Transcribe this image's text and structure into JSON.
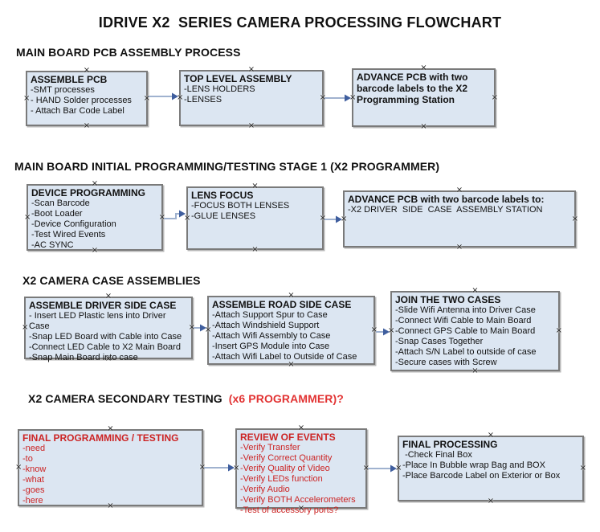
{
  "title": "IDRIVE X2  SERIES CAMERA PROCESSING FLOWCHART",
  "icons": {
    "connection_marker": "×"
  },
  "colors": {
    "box_fill": "#dce6f2",
    "box_border": "#7a7a7a",
    "text": "#111111",
    "red_text": "#cc2424",
    "heading_red": "#e23333",
    "arrow_line": "#a0b2cf",
    "arrow_head": "#3f5e9e"
  },
  "sections": [
    {
      "heading": "MAIN BOARD PCB ASSEMBLY PROCESS",
      "boxes": [
        {
          "title": "ASSEMBLE PCB",
          "lines": [
            "-SMT processes",
            "- HAND Solder processes",
            "- Attach Bar Code Label"
          ]
        },
        {
          "title": "TOP LEVEL ASSEMBLY",
          "lines": [
            "-LENS HOLDERS",
            "-LENSES"
          ]
        },
        {
          "title": "ADVANCE PCB with two barcode labels to the X2 Programming Station",
          "lines": []
        }
      ]
    },
    {
      "heading": "MAIN BOARD INITIAL PROGRAMMING/TESTING STAGE 1 (X2 PROGRAMMER)",
      "boxes": [
        {
          "title": "DEVICE PROGRAMMING",
          "lines": [
            "-Scan Barcode",
            "-Boot Loader",
            "-Device Configuration",
            "-Test Wired Events",
            "-AC SYNC"
          ]
        },
        {
          "title": "LENS FOCUS",
          "lines": [
            "-FOCUS BOTH LENSES",
            "-GLUE LENSES"
          ]
        },
        {
          "title": "ADVANCE PCB with two barcode labels to:",
          "lines": [
            "-X2 DRIVER  SIDE  CASE  ASSEMBLY STATION"
          ]
        }
      ]
    },
    {
      "heading": "X2 CAMERA CASE ASSEMBLIES",
      "boxes": [
        {
          "title": "ASSEMBLE DRIVER SIDE CASE",
          "lines": [
            "- Insert LED Plastic lens into Driver Case",
            "-Snap LED Board with Cable into Case",
            "-Connect LED Cable to X2 Main Board",
            "-Snap Main Board into case"
          ]
        },
        {
          "title": "ASSEMBLE ROAD SIDE CASE",
          "lines": [
            "-Attach Support Spur to Case",
            "-Attach Windshield Support",
            "-Attach Wifi Assembly to Case",
            "-Insert GPS Module into Case",
            "-Attach Wifi Label to Outside of Case"
          ]
        },
        {
          "title": "JOIN THE TWO CASES",
          "lines": [
            "-Slide Wifi Antenna into Driver Case",
            "-Connect Wifi Cable to Main Board",
            "-Connect GPS Cable to Main Board",
            "-Snap Cases Together",
            "-Attach S/N Label to outside of case",
            "-Secure cases with Screw"
          ]
        }
      ]
    },
    {
      "heading": "X2 CAMERA SECONDARY TESTING",
      "heading_red": "(x6 PROGRAMMER)?",
      "boxes": [
        {
          "title": "FINAL PROGRAMMING / TESTING",
          "lines": [
            "-need",
            "-to",
            "-know",
            "-what",
            "-goes",
            "-here"
          ]
        },
        {
          "title": "REVIEW OF EVENTS",
          "lines": [
            "-Verify Transfer",
            "-Verify Correct Quantity",
            "-Verify Quality of Video",
            "-Verify LEDs function",
            "-Verify Audio",
            "-Verify BOTH Accelerometers",
            "-Test of accessory ports?"
          ]
        },
        {
          "title": "FINAL PROCESSING",
          "lines": [
            " -Check Final Box",
            "-Place In Bubble wrap Bag and BOX",
            "-Place Barcode Label on Exterior or Box"
          ]
        }
      ]
    }
  ]
}
